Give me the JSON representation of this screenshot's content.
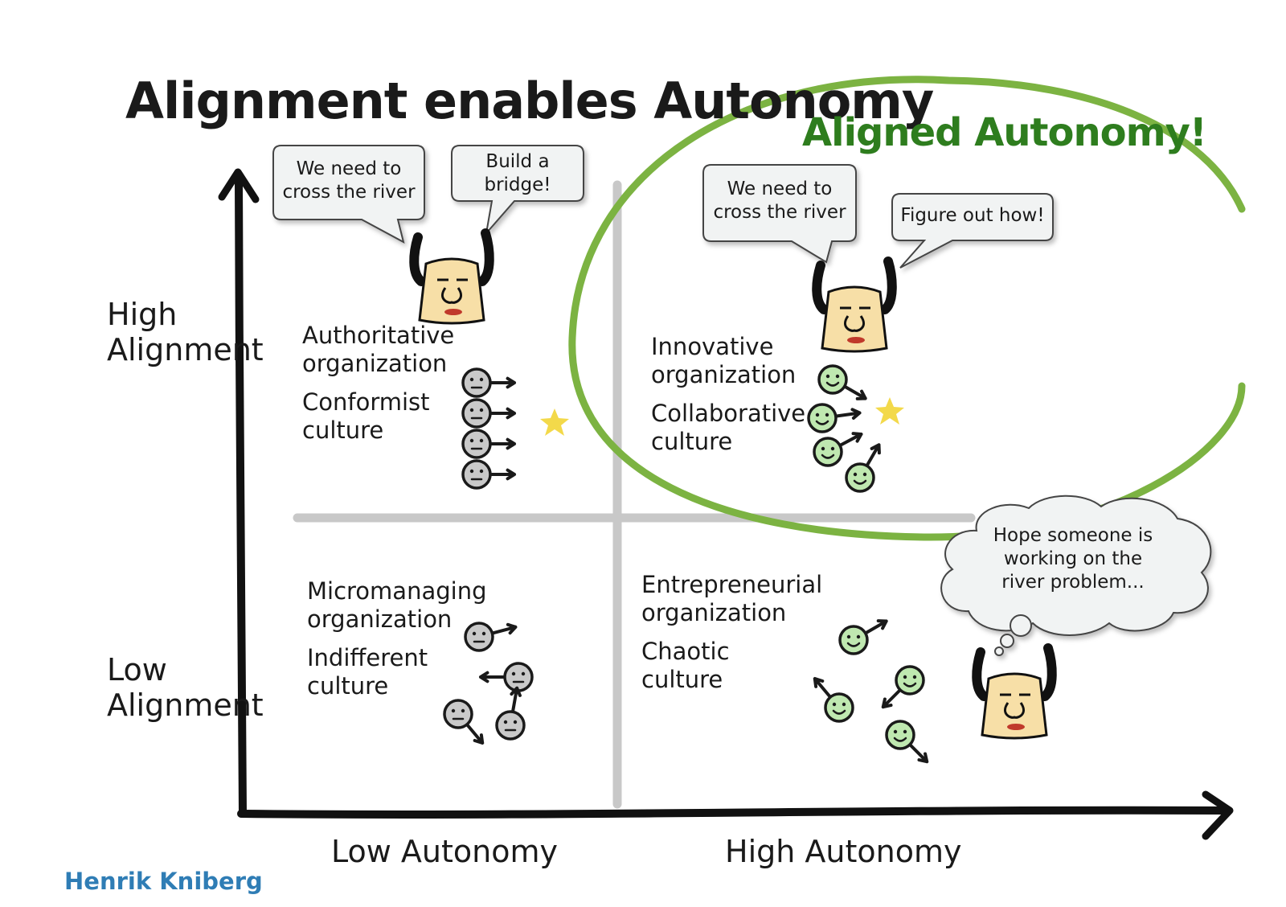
{
  "title": "Alignment enables Autonomy",
  "highlight_title": "Aligned Autonomy!",
  "axes": {
    "y_high": [
      "High",
      "Alignment"
    ],
    "y_low": [
      "Low",
      "Alignment"
    ],
    "x_low": "Low Autonomy",
    "x_high": "High Autonomy"
  },
  "quadrants": {
    "top_left": {
      "lines": [
        "Authoritative",
        "organization",
        "Conformist",
        "culture"
      ]
    },
    "top_right": {
      "lines": [
        "Innovative",
        "organization",
        "Collaborative",
        "culture"
      ]
    },
    "bottom_left": {
      "lines": [
        "Micromanaging",
        "organization",
        "Indifferent",
        "culture"
      ]
    },
    "bottom_right": {
      "lines": [
        "Entrepreneurial",
        "organization",
        "Chaotic",
        "culture"
      ]
    }
  },
  "bubbles": {
    "tl_need": [
      "We need to",
      "cross the river"
    ],
    "tl_build": [
      "Build a",
      "bridge!"
    ],
    "tr_need": [
      "We need to",
      "cross the river"
    ],
    "tr_figure": [
      "Figure out how!"
    ],
    "br_hope": [
      "Hope someone is",
      "working on the",
      "river problem..."
    ]
  },
  "credit": "Henrik Kniberg",
  "colors": {
    "ink": "#1a1a1a",
    "grid": "#c8c8c8",
    "circle": "#7cb342",
    "green_text": "#2e7d1e",
    "happy_face": "#bfe8b0",
    "neutral_face": "#c9c9c9",
    "boss_face": "#f7dfa7",
    "star": "#f3d94a",
    "bubble_fill": "#f1f3f3",
    "credit": "#2f7db5"
  }
}
